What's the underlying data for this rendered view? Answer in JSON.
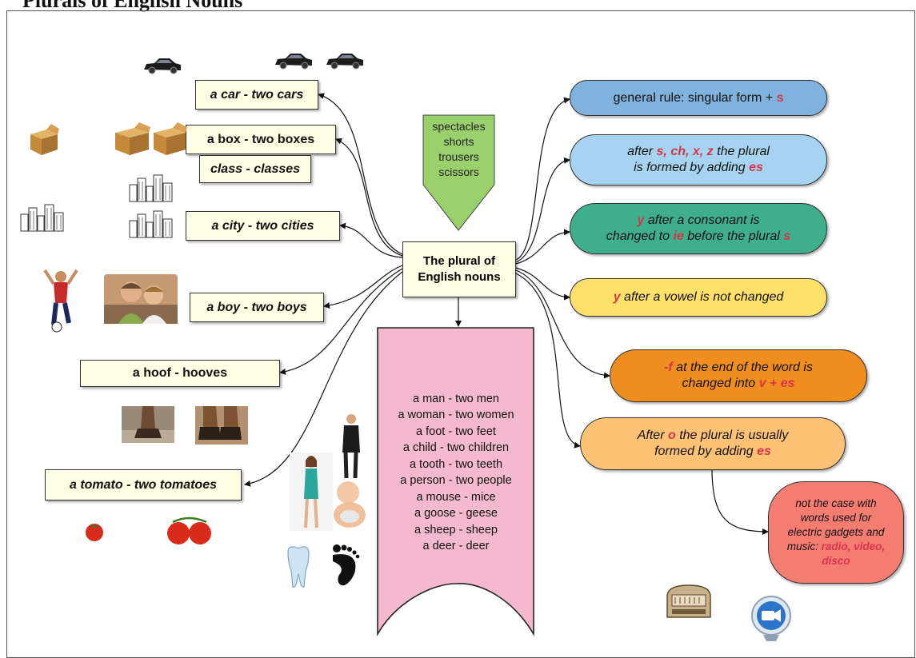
{
  "title": "Plurals of English Nouns",
  "center": {
    "line1": "The plural of",
    "line2": "English nouns"
  },
  "top_tag": {
    "lines": [
      "spectacles",
      "shorts",
      "trousers",
      "scissors"
    ]
  },
  "examples": {
    "car": "a car - two cars",
    "box": "a box - two boxes",
    "class": "class - classes",
    "city": "a city - two cities",
    "boy": "a boy - two boys",
    "hoof": "a hoof - hooves",
    "tomato": "a tomato - two tomatoes"
  },
  "irregular": [
    "a man - two men",
    "a woman - two women",
    "a foot - two feet",
    "a child - two children",
    "a tooth - two teeth",
    "a person - two people",
    "a mouse -  mice",
    "a goose - geese",
    "a sheep - sheep",
    "a deer - deer"
  ],
  "rules": {
    "r1": {
      "text": "general rule: singular form + ",
      "accent": "s"
    },
    "r2": {
      "a": "after ",
      "b": "s, ch, x, z",
      "c": " the plural",
      "d": "is formed by adding ",
      "e": "es"
    },
    "r3": {
      "a": "y",
      "b": " after a consonant is",
      "c": "changed to ",
      "d": "ie",
      "e": " before the plural ",
      "f": "s"
    },
    "r4": {
      "a": "y",
      "b": " after a vowel is not changed"
    },
    "r5": {
      "a": "-f",
      "b": " at the end of the word is",
      "c": "changed into ",
      "d": "v + es"
    },
    "r6": {
      "a": "After ",
      "b": "o",
      "c": " the plural is usually",
      "d": "formed by adding ",
      "e": "es"
    },
    "r7": {
      "a": "not the case with",
      "b": "words used for",
      "c": "electric gadgets and",
      "d": "music: ",
      "e": "radio, video,",
      "f": "disco"
    }
  },
  "colors": {
    "box_fill": "#ffffe6",
    "rule1": "#7fb2dd",
    "rule2": "#a6d4f0",
    "rule3": "#3fae8c",
    "rule4": "#ffe06a",
    "rule5": "#f08d1f",
    "rule6": "#fdc275",
    "rule7": "#f47c70",
    "tag": "#99d06b",
    "banner": "#f4b9cf",
    "accent": "#d6364b"
  },
  "icons": [
    "car-icon",
    "box-icon",
    "city-icon",
    "boy-photo",
    "hoof-photo",
    "tomato-icon",
    "people-photo",
    "tooth-icon",
    "foot-icon",
    "radio-icon",
    "video-icon"
  ]
}
